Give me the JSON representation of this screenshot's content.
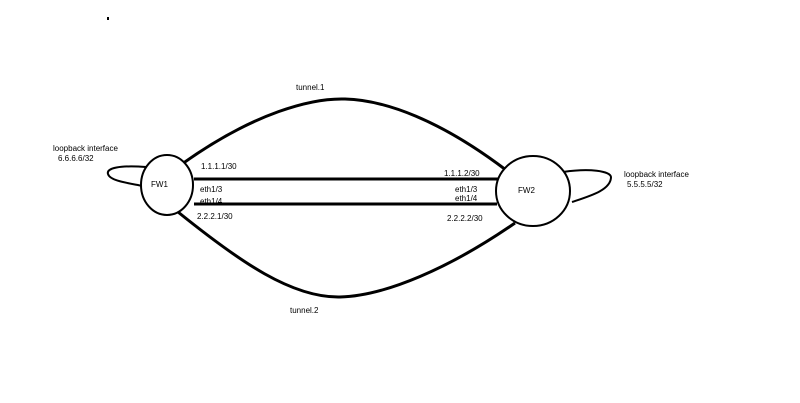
{
  "diagram": {
    "nodes": [
      {
        "id": "fw1",
        "label": "FW1"
      },
      {
        "id": "fw2",
        "label": "FW2"
      }
    ],
    "links": [
      {
        "from": "fw1",
        "to": "fw2",
        "kind": "physical",
        "from_interface": "eth1/3",
        "to_interface": "eth1/3",
        "from_ip": "1.1.1.1/30",
        "to_ip": "1.1.1.2/30"
      },
      {
        "from": "fw1",
        "to": "fw2",
        "kind": "physical",
        "from_interface": "eth1/4",
        "to_interface": "eth1/4",
        "from_ip": "2.2.2.1/30",
        "to_ip": "2.2.2.2/30"
      },
      {
        "from": "fw1",
        "to": "fw2",
        "kind": "tunnel",
        "label": "tunnel.1"
      },
      {
        "from": "fw1",
        "to": "fw2",
        "kind": "tunnel",
        "label": "tunnel.2"
      }
    ],
    "loopbacks": [
      {
        "node": "fw1",
        "label": "loopback interface",
        "ip": "6.6.6.6/32"
      },
      {
        "node": "fw2",
        "label": "loopback interface",
        "ip": "5.5.5.5/32"
      }
    ],
    "colors": {
      "stroke": "#000000",
      "background": "#ffffff"
    }
  }
}
